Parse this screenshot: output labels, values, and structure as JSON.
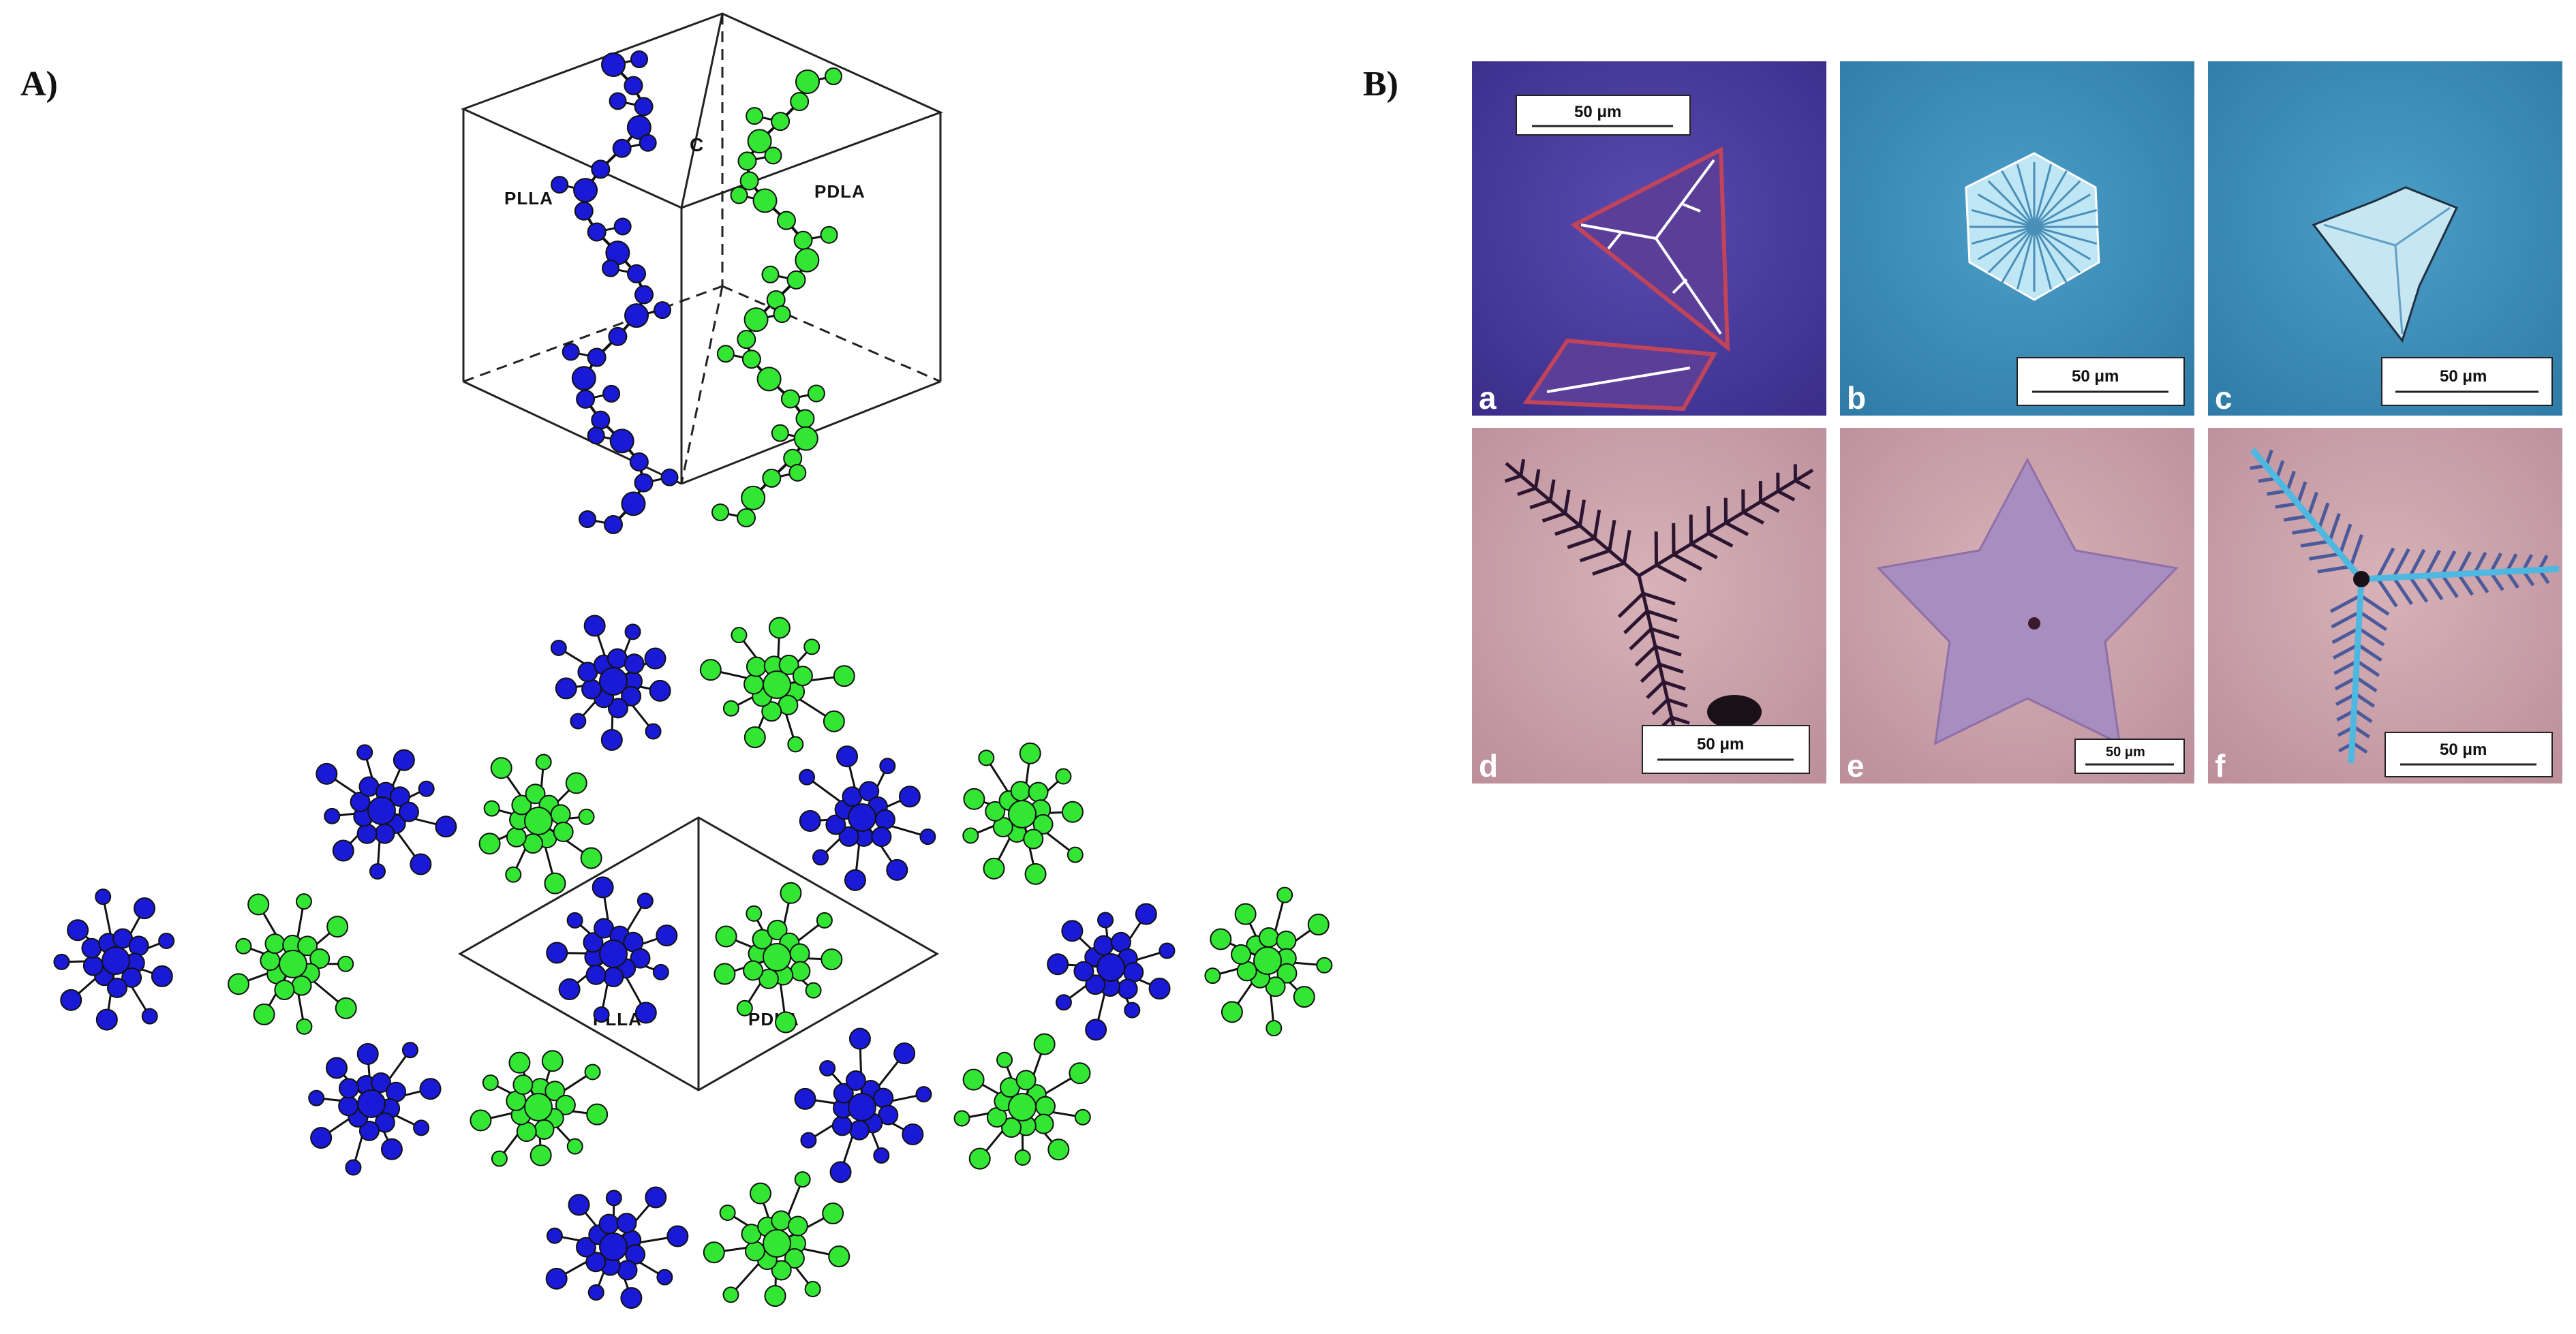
{
  "panels": {
    "A": {
      "label": "A)",
      "unit_cell": {
        "left_chain_label": "PLLA",
        "right_chain_label": "PDLA",
        "axis_label": "C",
        "left_chain_color": "#1a1ad6",
        "right_chain_color": "#33e633"
      },
      "projection": {
        "left_chain_label": "PLLA",
        "right_chain_label": "PDLA"
      }
    },
    "B": {
      "label": "B)",
      "micrographs": [
        {
          "letter": "a",
          "scale": "50 μm",
          "background": "#4a3a9a"
        },
        {
          "letter": "b",
          "scale": "50 μm",
          "background": "#3a8cb8"
        },
        {
          "letter": "c",
          "scale": "50 μm",
          "background": "#3f86ad"
        },
        {
          "letter": "d",
          "scale": "50 μm",
          "background": "#caa0a8"
        },
        {
          "letter": "e",
          "scale": "50 μm",
          "background": "#c99aae"
        },
        {
          "letter": "f",
          "scale": "50 μm",
          "background": "#c8a0a8"
        }
      ]
    }
  }
}
